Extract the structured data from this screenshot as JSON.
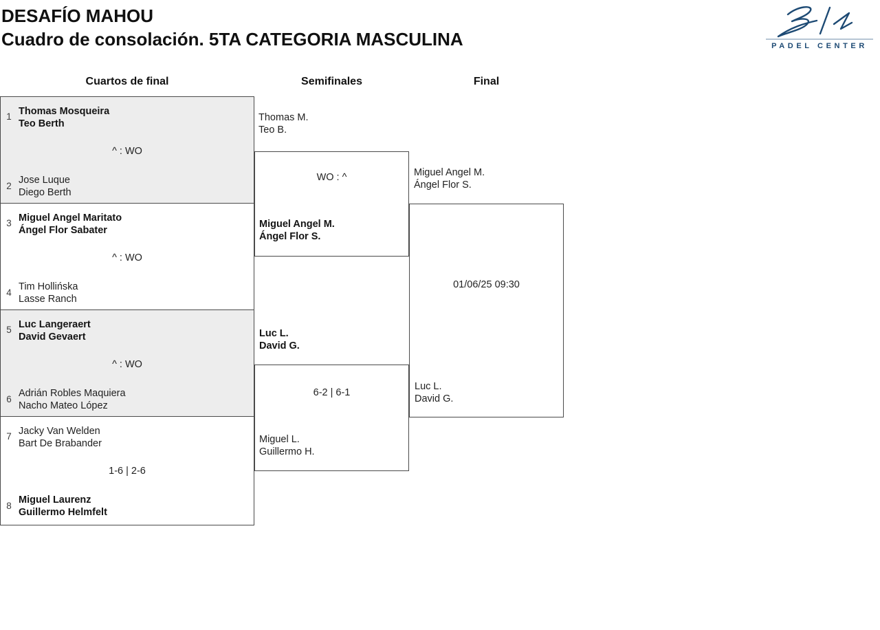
{
  "header": {
    "title": "DESAFÍO MAHOU",
    "subtitle": "Cuadro de consolación. 5TA CATEGORIA MASCULINA"
  },
  "logo": {
    "name": "Bela Padel Center",
    "text": "PADEL CENTER",
    "navy": "#1d4a74"
  },
  "columns": [
    {
      "label": "Cuartos de final"
    },
    {
      "label": "Semifinales"
    },
    {
      "label": "Final"
    }
  ],
  "quarterfinals": [
    {
      "seed_top": "1",
      "team_top": {
        "player1": "Thomas Mosqueira",
        "player2": "Teo Berth",
        "winner": true
      },
      "score": "^ : WO",
      "seed_bottom": "2",
      "team_bottom": {
        "player1": "Jose Luque",
        "player2": "Diego Berth",
        "winner": false
      },
      "shaded": true
    },
    {
      "seed_top": "3",
      "team_top": {
        "player1": "Miguel Angel Maritato",
        "player2": "Ángel Flor Sabater",
        "winner": true
      },
      "score": "^ : WO",
      "seed_bottom": "4",
      "team_bottom": {
        "player1": "Tim Hollińska",
        "player2": "Lasse Ranch",
        "winner": false
      },
      "shaded": false
    },
    {
      "seed_top": "5",
      "team_top": {
        "player1": "Luc Langeraert",
        "player2": "David Gevaert",
        "winner": true
      },
      "score": "^ : WO",
      "seed_bottom": "6",
      "team_bottom": {
        "player1": "Adrián Robles Maquiera",
        "player2": "Nacho Mateo López",
        "winner": false
      },
      "shaded": true
    },
    {
      "seed_top": "7",
      "team_top": {
        "player1": "Jacky Van Welden",
        "player2": "Bart De Brabander",
        "winner": false
      },
      "score": "1-6 | 2-6",
      "seed_bottom": "8",
      "team_bottom": {
        "player1": "Miguel Laurenz",
        "player2": "Guillermo Helmfelt",
        "winner": true
      },
      "shaded": false
    }
  ],
  "semifinals": [
    {
      "team_top": {
        "player1": "Thomas M.",
        "player2": "Teo B.",
        "winner": false
      },
      "score": "WO : ^",
      "team_bottom": {
        "player1": "Miguel Angel M.",
        "player2": "Ángel Flor S.",
        "winner": true
      }
    },
    {
      "team_top": {
        "player1": "Luc L.",
        "player2": "David G.",
        "winner": true
      },
      "score": "6-2 | 6-1",
      "team_bottom": {
        "player1": "Miguel L.",
        "player2": "Guillermo H.",
        "winner": false
      }
    }
  ],
  "final": {
    "team_top": {
      "player1": "Miguel Angel M.",
      "player2": "Ángel Flor S."
    },
    "scheduled": "01/06/25 09:30",
    "team_bottom": {
      "player1": "Luc L.",
      "player2": "David G."
    }
  },
  "colors": {
    "shaded_block": "#ededed",
    "border": "#4a4a4a",
    "logo_navy": "#1d4a74"
  }
}
